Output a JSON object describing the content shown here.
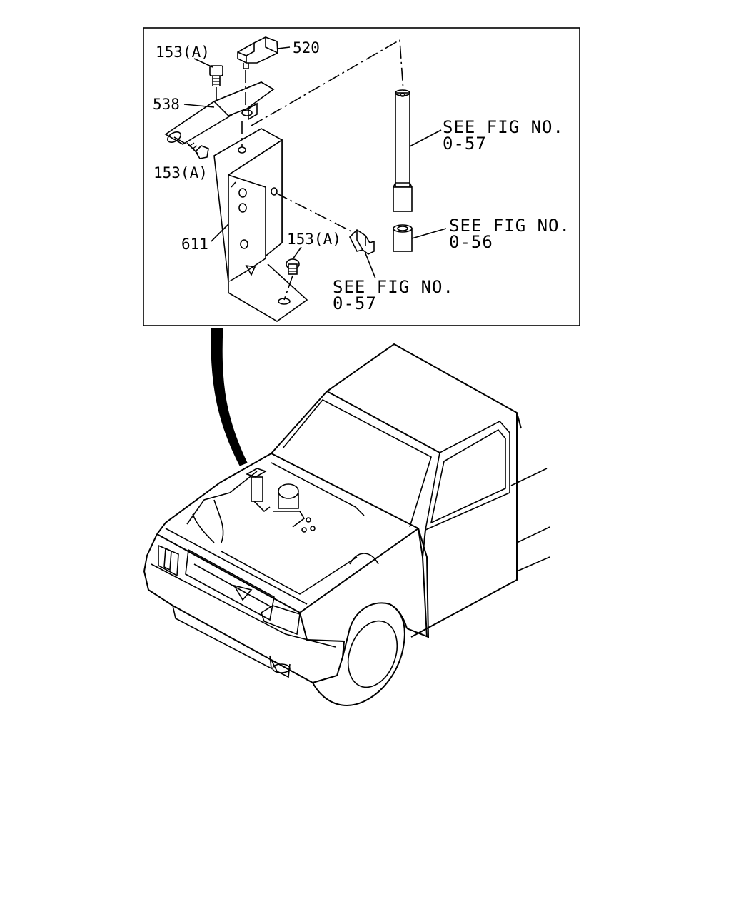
{
  "callouts": {
    "bolt_top": "153(A)",
    "connector": "520",
    "bracket": "538",
    "bolt_mid": "153(A)",
    "module": "611",
    "bolt_low": "153(A)"
  },
  "references": {
    "ref_antenna": [
      "SEE FIG NO.",
      "0-57"
    ],
    "ref_ferrite": [
      "SEE FIG NO.",
      "0-56"
    ],
    "ref_clip": [
      "SEE FIG NO.",
      "0-57"
    ]
  }
}
